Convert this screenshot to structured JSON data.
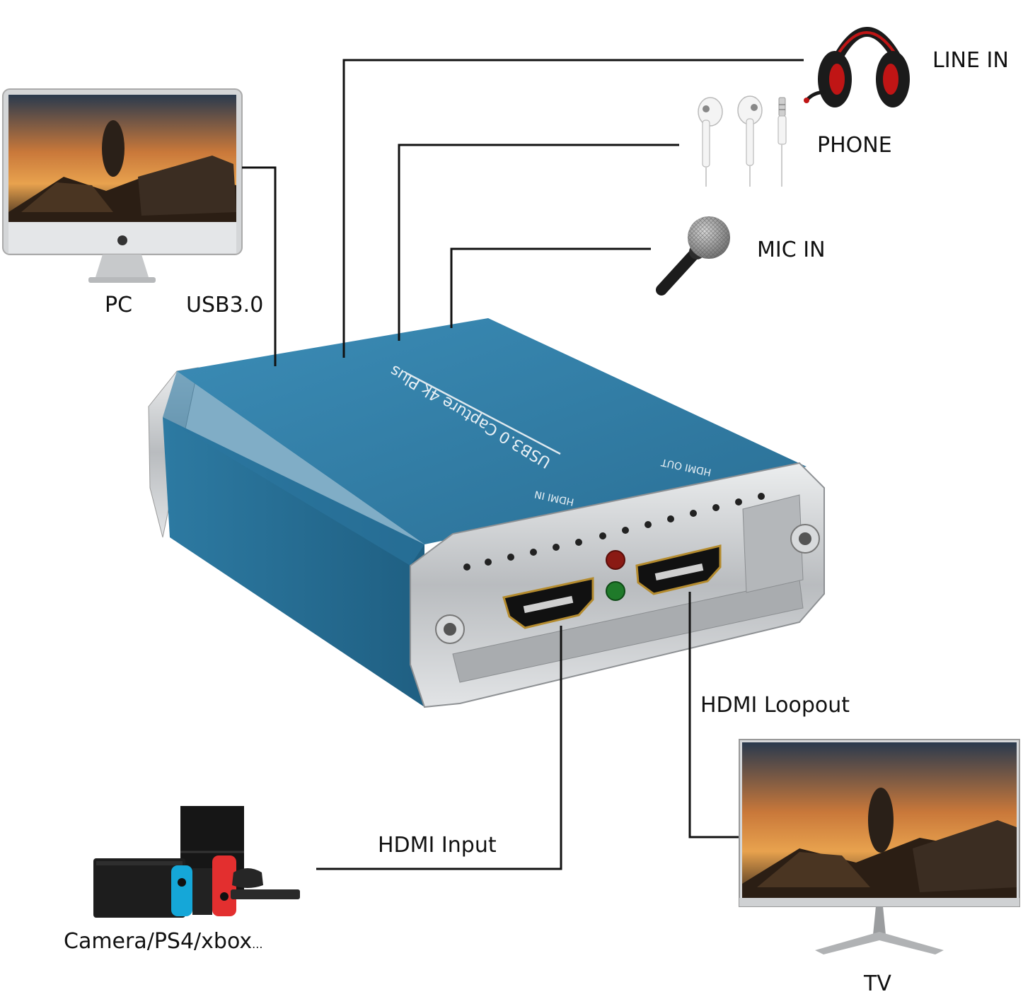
{
  "labels": {
    "line_in": "LINE IN",
    "phone": "PHONE",
    "mic_in": "MIC IN",
    "pc": "PC",
    "usb": "USB3.0",
    "hdmi_loopout": "HDMI Loopout",
    "hdmi_input": "HDMI Input",
    "sources": "Camera/PS4/xbox",
    "sources_ellipsis": "...",
    "tv": "TV"
  },
  "device": {
    "model_text": "USB3.0 Capture 4k Plus",
    "hdmi_in_text": "HDMI IN",
    "hdmi_out_text": "HDMI OUT"
  },
  "colors": {
    "device_blue": "#2f7ea6",
    "device_blue_dark": "#1f5f82",
    "metal": "#c9cbcd",
    "led_red": "#8a1a14",
    "led_green": "#1f7a2a",
    "headset_red": "#c01515"
  }
}
